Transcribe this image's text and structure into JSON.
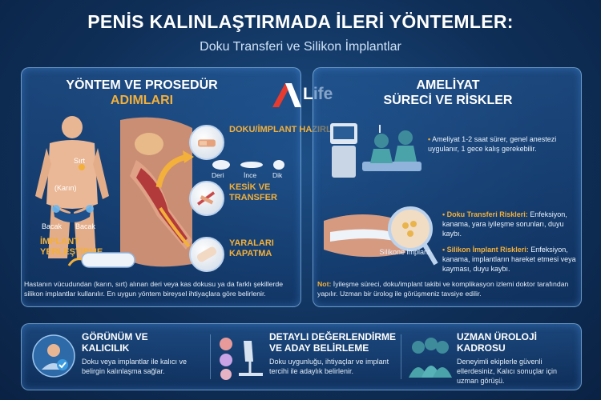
{
  "header": {
    "title": "PENİS KALINLAŞTIRMADA İLERİ YÖNTEMLER:",
    "subtitle": "Doku Transferi ve Silikon İmplantlar"
  },
  "brand": {
    "logo_text": "Life"
  },
  "left_panel": {
    "title_line1": "YÖNTEM VE PROSEDÜR",
    "title_line2": "ADIMLARI",
    "body_labels": {
      "sirt": "Sırt",
      "karin": "(Karın)",
      "bacak_left": "Bacak",
      "bacak_right": "Bacak"
    },
    "implant_label": "İMPLANT YERLEŞTİRME",
    "steps": [
      {
        "label": "DOKU/İMPLANT HAZIRLAMA"
      },
      {
        "label": "KESİK VE TRANSFER"
      },
      {
        "label": "YARALARI KAPATMA"
      }
    ],
    "implant_sizes": [
      "Deri",
      "İnce",
      "Dik"
    ],
    "note": "Hastanın vücudundan (karın, sırt) alınan deri veya kas dokusu ya da farklı şekillerde silikon implantlar kullanılır. En uygun yöntem bireysel ihtiyaçlara göre belirlenir."
  },
  "right_panel": {
    "title_line1": "AMELİYAT",
    "title_line2": "SÜRECİ VE RİSKLER",
    "surgery_info": "Ameliyat 1-2 saat sürer, genel anestezi uygulanır, 1 gece kalış gerekebilir.",
    "risk1_head": "Doku Transferi Riskleri:",
    "risk1_text": "Enfeksiyon, kanama, yara iyileşme sorunları, duyu kaybı.",
    "risk2_head": "Silikon İmplant Riskleri:",
    "risk2_text": "Enfeksiyon, kanama, implantların hareket etmesi veya kayması, duyu kaybı.",
    "implant_caption": "Silikone implant",
    "note_lead": "Not:",
    "note_text": "İyileşme süreci, doku/implant takibi ve komplikasyon izlemi doktor tarafından yapılır. Uzman bir ürolog ile görüşmeniz tavsiye edilir."
  },
  "bottom": {
    "items": [
      {
        "title": "GÖRÜNÜM VE KALICILIK",
        "text": "Doku veya implantlar ile kalıcı ve belirgin kalınlaşma sağlar."
      },
      {
        "title": "DETAYLI DEĞERLENDİRME VE ADAY BELİRLEME",
        "text": "Doku uygunluğu, ihtiyaçlar ve implant tercihi ile adaylık belirlenir."
      },
      {
        "title": "UZMAN ÜROLOJİ KADROSU",
        "text": "Deneyimli ekiplerle güvenli ellerdesiniz, Kalıcı sonuçlar için uzman görüşü."
      }
    ]
  },
  "colors": {
    "accent": "#f3b03a",
    "bg": "#0f2f58",
    "panel_border": "#96c8f5"
  }
}
